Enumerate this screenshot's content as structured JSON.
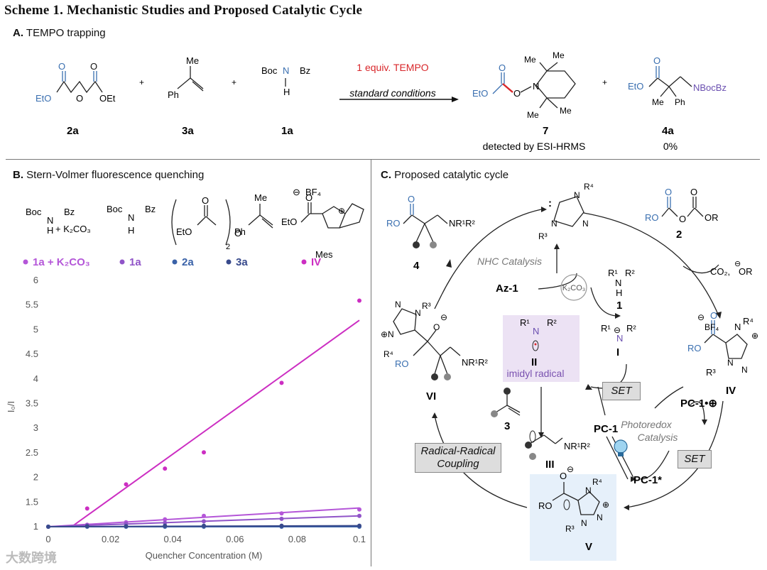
{
  "scheme_title": "Scheme 1. Mechanistic Studies and Proposed Catalytic Cycle",
  "panel_a": {
    "label": "A.",
    "title": "TEMPO trapping",
    "compounds": {
      "c2a": "2a",
      "c3a": "3a",
      "c1a": "1a",
      "c7": "7",
      "c4a": "4a"
    },
    "reagent_text": "1 equiv. TEMPO",
    "conditions_text": "standard conditions",
    "note_7": "detected by ESI-HRMS",
    "yield_4a": "0%",
    "struct_labels": {
      "eto": "EtO",
      "oet": "OEt",
      "me": "Me",
      "ph": "Ph",
      "boc": "Boc",
      "bz": "Bz",
      "n": "N",
      "h": "H",
      "o": "O",
      "nbocbz": "NBocBz",
      "plus": "+"
    }
  },
  "panel_b": {
    "label": "B.",
    "title": "Stern-Volmer fluorescence quenching",
    "k2co3_text": "+ K₂CO₃",
    "struct_labels": {
      "boc": "Boc",
      "bz": "Bz",
      "n": "N",
      "h": "H",
      "eto": "EtO",
      "o": "O",
      "sub2": "2",
      "me": "Me",
      "ph": "Ph",
      "bf4": "BF₄",
      "mes": "Mes",
      "minus": "⊖",
      "plus": "⊕"
    },
    "legend": [
      {
        "label": "1a + K₂CO₃",
        "color": "#b456d8"
      },
      {
        "label": "1a",
        "color": "#9054c8"
      },
      {
        "label": "2a",
        "color": "#3a62a8"
      },
      {
        "label": "3a",
        "color": "#384a8c"
      },
      {
        "label": "IV",
        "color": "#cc2ec2"
      }
    ]
  },
  "chart_data": {
    "type": "scatter",
    "xlabel": "Quencher Concentration (M)",
    "ylabel": "I₀/I",
    "xlim": [
      0,
      0.1
    ],
    "ylim": [
      1,
      6
    ],
    "xticks": [
      "0",
      "0.02",
      "0.04",
      "0.06",
      "0.08",
      "0.1"
    ],
    "yticks": [
      "1",
      "1.5",
      "2",
      "2.5",
      "3",
      "3.5",
      "4",
      "4.5",
      "5",
      "5.5",
      "6"
    ],
    "grid": false,
    "series": [
      {
        "name": "IV",
        "color": "#cc2ec2",
        "x": [
          0,
          0.0125,
          0.025,
          0.0375,
          0.05,
          0.075,
          0.1
        ],
        "y": [
          1.0,
          1.37,
          1.86,
          2.18,
          2.51,
          3.92,
          5.59
        ],
        "fit": [
          [
            0.0075,
            1.0
          ],
          [
            0.1,
            5.19
          ]
        ]
      },
      {
        "name": "1a + K₂CO₃",
        "color": "#b456d8",
        "x": [
          0,
          0.0125,
          0.025,
          0.0375,
          0.05,
          0.075,
          0.1
        ],
        "y": [
          1.0,
          1.04,
          1.09,
          1.15,
          1.22,
          1.27,
          1.35
        ],
        "fit": [
          [
            0,
            1.0
          ],
          [
            0.1,
            1.38
          ]
        ]
      },
      {
        "name": "1a",
        "color": "#9054c8",
        "x": [
          0,
          0.0125,
          0.025,
          0.0375,
          0.05,
          0.075,
          0.1
        ],
        "y": [
          1.0,
          1.03,
          1.06,
          1.08,
          1.11,
          1.16,
          1.22
        ],
        "fit": [
          [
            0,
            1.0
          ],
          [
            0.1,
            1.22
          ]
        ]
      },
      {
        "name": "2a",
        "color": "#3a62a8",
        "x": [
          0,
          0.0125,
          0.025,
          0.0375,
          0.05,
          0.075,
          0.1
        ],
        "y": [
          1.0,
          1.0,
          1.0,
          1.0,
          1.0,
          1.0,
          1.0
        ],
        "fit": [
          [
            0,
            1.0
          ],
          [
            0.1,
            1.0
          ]
        ]
      },
      {
        "name": "3a",
        "color": "#384a8c",
        "x": [
          0,
          0.0125,
          0.025,
          0.0375,
          0.05,
          0.075,
          0.1
        ],
        "y": [
          1.0,
          1.01,
          1.01,
          1.02,
          1.02,
          1.02,
          1.02
        ],
        "fit": [
          [
            0,
            1.0
          ],
          [
            0.1,
            1.02
          ]
        ]
      }
    ]
  },
  "panel_c": {
    "label": "C.",
    "title": "Proposed catalytic cycle",
    "nhc_catalysis": "NHC Catalysis",
    "photoredox": "Photoredox",
    "catalysis": "Catalysis",
    "az1": "Az-1",
    "k2co3": "K₂CO₃",
    "set1": "SET",
    "set2": "SET",
    "pc1": "PC-1",
    "pc1_star": "PC-1*",
    "pc1_cation": "PC-1•⊕",
    "radical_coupling_1": "Radical-Radical",
    "radical_coupling_2": "Coupling",
    "imidyl_radical": "imidyl radical",
    "co2_or": "CO₂,",
    "or": "OR",
    "labels": {
      "c4": "4",
      "c2": "2",
      "c1": "1",
      "cI": "I",
      "cII": "II",
      "cIII": "III",
      "cIV": "IV",
      "cV": "V",
      "cVI": "VI",
      "c3": "3"
    },
    "struct_labels": {
      "ro": "RO",
      "or": "OR",
      "o": "O",
      "n": "N",
      "h": "H",
      "r1": "R¹",
      "r2": "R²",
      "r3": "R³",
      "r4": "R⁴",
      "nr1r2": "NR¹R²",
      "bf4": "BF₄",
      "minus": "⊖",
      "plus": "⊕",
      "colon": ":"
    }
  },
  "watermark": "大数跨境"
}
